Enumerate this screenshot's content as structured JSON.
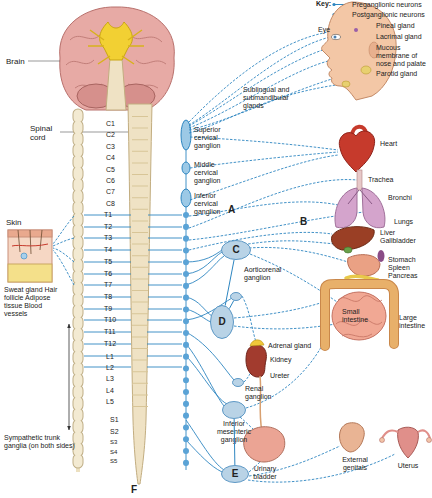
{
  "diagram": {
    "nodes": [
      {
        "text": [
          "C"
        ]
      },
      {
        "text": [
          "Aorticorenal ganglion"
        ]
      },
      {
        "text": [
          "D"
        ]
      },
      {
        "text": [
          "Renal ganglion"
        ]
      },
      {
        "text": [
          "Inferior mesenteric ganglion"
        ]
      },
      {
        "text": [
          "E"
        ]
      }
    ],
    "edges": [
      {
        "from": 0,
        "to": 2,
        "arrow": "none"
      },
      {
        "from": 1,
        "to": 2,
        "arrow": "none"
      },
      {
        "from": 4,
        "to": 5,
        "arrow": "none"
      }
    ],
    "labels": [
      "Key:",
      "Brain",
      "Spinal cord",
      "C1",
      "C2",
      "C3",
      "C4",
      "C5",
      "C6",
      "C7",
      "C8",
      "T1",
      "T2",
      "T3",
      "T4",
      "T5",
      "T6",
      "T7",
      "T8",
      "T9",
      "T10",
      "T11",
      "T12",
      "L1",
      "L2",
      "L3",
      "L4",
      "L5",
      "S1",
      "S2",
      "S3",
      "S4",
      "S5",
      "Superior cervical ganglion",
      "Middle cervical ganglion",
      "Inferior cervical ganglion",
      "Eye",
      "Pineal gland",
      "Lacrimal gland",
      "Mucous membrane of nose and palate",
      "Parotid gland",
      "Sublingual and submandibular glands",
      "Heart",
      "Trachea",
      "Bronchi",
      "Lungs",
      "Liver Gallbladder",
      "Stomach Spleen Pancreas",
      "Small intestine",
      "Large intestine",
      "Adrenal gland",
      "Kidney",
      "Ureter",
      "Urinary bladder",
      "External genitals",
      "Uterus",
      "Skin",
      "Sweat gland Hair follicle Adipose tissue Blood vessels",
      "Sympathetic trunk ganglia (on both sides)",
      "A",
      "B",
      "F"
    ],
    "legend": [
      {
        "text": "Preganglionic neurons"
      },
      {
        "text": "Postganglionic neurons"
      }
    ]
  }
}
